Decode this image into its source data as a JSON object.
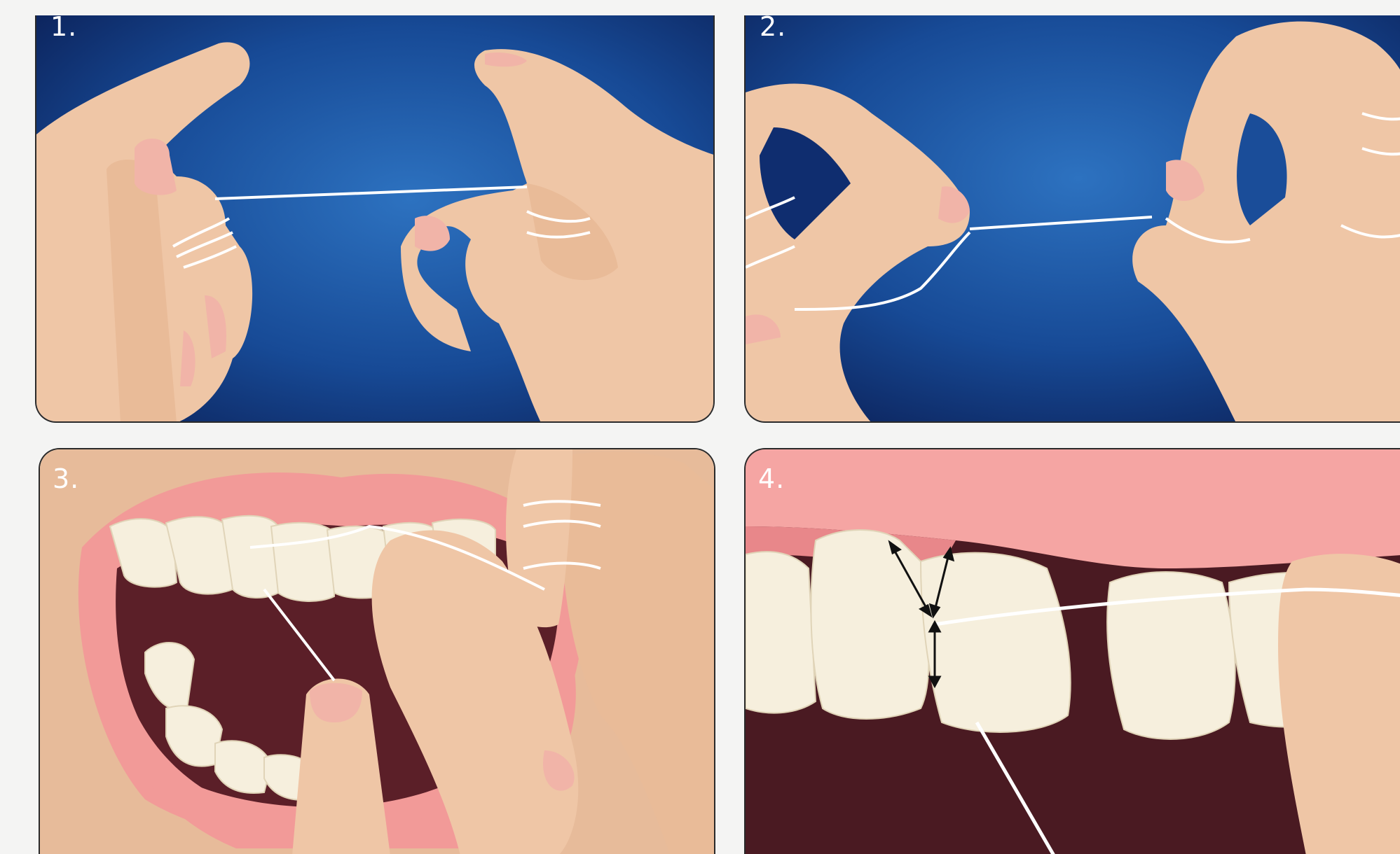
{
  "panels": [
    {
      "id": "p1",
      "label": "1."
    },
    {
      "id": "p2",
      "label": "2."
    },
    {
      "id": "p3",
      "label": "3."
    },
    {
      "id": "p4",
      "label": "4."
    }
  ],
  "colors": {
    "background": "#f4f4f3",
    "panel_blue_center": "#2a6fbd",
    "panel_blue_edge": "#0d2660",
    "skin": "#efc6a6",
    "skin_shadow": "#d9a987",
    "nail": "#f1b4a8",
    "lips": "#f29a98",
    "gums": "#f5a5a3",
    "tooth": "#f6efdd",
    "mouth_dark": "#5b1f28",
    "floss": "#ffffff"
  },
  "icons": [
    "floss-wrap-icon",
    "double-arrow-icon"
  ]
}
